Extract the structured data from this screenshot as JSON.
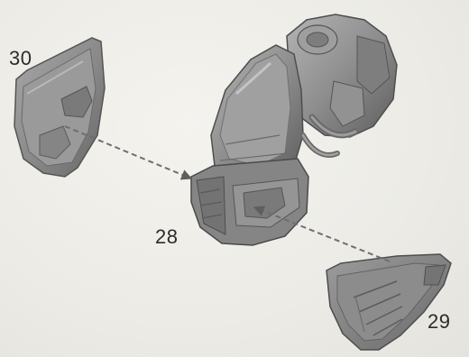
{
  "parts": [
    {
      "id": "part-30",
      "label": "30"
    },
    {
      "id": "part-28",
      "label": "28"
    },
    {
      "id": "part-29",
      "label": "29"
    }
  ],
  "colors": {
    "background": "#eeede8",
    "part_fill": "#8a8a8a",
    "part_dark": "#5a5a5a",
    "part_light": "#b5b5b5",
    "arrow": "#6e6e6e"
  }
}
